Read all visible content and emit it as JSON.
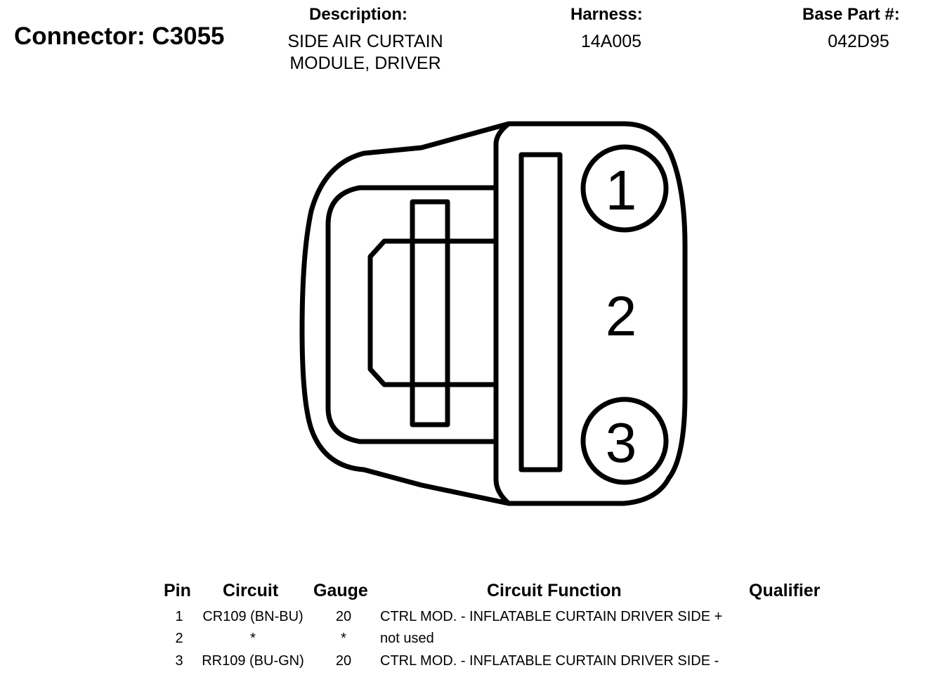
{
  "header": {
    "connector_label": "Connector: C3055",
    "description_label": "Description:",
    "description_lines": [
      "SIDE AIR CURTAIN",
      "MODULE, DRIVER"
    ],
    "harness_label": "Harness:",
    "harness_value": "14A005",
    "base_part_label": "Base Part #:",
    "base_part_value": "042D95"
  },
  "diagram": {
    "pin_labels": [
      "1",
      "2",
      "3"
    ]
  },
  "pin_table": {
    "headers": {
      "pin": "Pin",
      "circuit": "Circuit",
      "gauge": "Gauge",
      "function": "Circuit Function",
      "qualifier": "Qualifier"
    },
    "rows": [
      {
        "pin": "1",
        "circuit": "CR109 (BN-BU)",
        "gauge": "20",
        "function": "CTRL MOD. - INFLATABLE CURTAIN DRIVER SIDE +",
        "qualifier": ""
      },
      {
        "pin": "2",
        "circuit": "*",
        "gauge": "*",
        "function": "not used",
        "qualifier": ""
      },
      {
        "pin": "3",
        "circuit": "RR109 (BU-GN)",
        "gauge": "20",
        "function": "CTRL MOD. - INFLATABLE CURTAIN DRIVER SIDE -",
        "qualifier": ""
      }
    ]
  }
}
